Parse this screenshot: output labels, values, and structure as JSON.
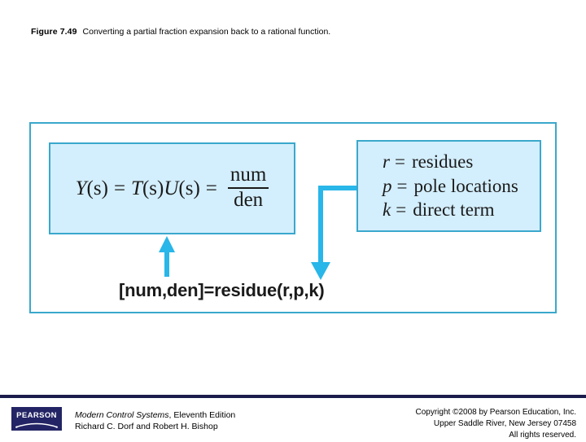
{
  "caption": {
    "figure_label": "Figure 7.49",
    "figure_text": "Converting a partial fraction expansion back to a rational function."
  },
  "figure": {
    "left_box": {
      "equation_plain": "Y(s) = T(s)U(s) = num/den",
      "lhs_var": "Y",
      "lhs_arg": "(s)",
      "equals_1": "=",
      "mid_var_t": "T",
      "mid_arg_t": "(s)",
      "mid_var_u": "U",
      "mid_arg_u": "(s)",
      "equals_2": "=",
      "numerator": "num",
      "denominator": "den"
    },
    "right_box": {
      "rows": [
        {
          "symbol": "r",
          "equals": "=",
          "meaning": "residues"
        },
        {
          "symbol": "p",
          "equals": "=",
          "meaning": "pole locations"
        },
        {
          "symbol": "k",
          "equals": "=",
          "meaning": "direct term"
        }
      ]
    },
    "bottom_command": "[num,den]=residue(r,p,k)",
    "colors": {
      "box_fill": "#d3eefc",
      "box_border": "#3aa8cc",
      "arrow": "#29b6e8",
      "frame_border": "#3aa8cc"
    }
  },
  "footer": {
    "logo_word": "PEARSON",
    "book_title": "Modern Control Systems",
    "book_edition": ", Eleventh Edition",
    "book_authors": "Richard C. Dorf and Robert H. Bishop",
    "copyright_lines": [
      "Copyright ©2008 by Pearson Education, Inc.",
      "Upper Saddle River, New Jersey 07458",
      "All rights reserved."
    ],
    "rule_color": "#1b1c4b",
    "logo_bg": "#232465"
  }
}
